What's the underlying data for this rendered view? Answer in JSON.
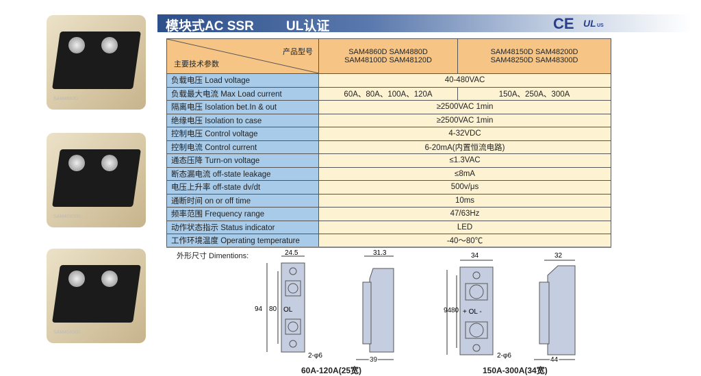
{
  "title": {
    "main": "模块式AC SSR",
    "ul": "UL认证"
  },
  "logos": {
    "ce": "CE",
    "ul": "UL",
    "us": "US"
  },
  "photos": [
    {
      "label": "SAM4860D"
    },
    {
      "label": "SAM40200D"
    },
    {
      "label": "SAM40300D"
    }
  ],
  "table": {
    "header": {
      "product": "产品型号",
      "params": "主要技术参数",
      "group1": [
        "SAM4860D  SAM4880D",
        "SAM48100D  SAM48120D"
      ],
      "group2": [
        "SAM48150D  SAM48200D",
        "SAM48250D  SAM48300D"
      ]
    },
    "rows": [
      {
        "label": "负载电压 Load voltage",
        "value": "40-480VAC"
      },
      {
        "label": "负载最大电流 Max Load current",
        "value1": "60A、80A、100A、120A",
        "value2": "150A、250A、300A"
      },
      {
        "label": "隔离电压 Isolation bet.In & out",
        "value": "≥2500VAC 1min"
      },
      {
        "label": "绝缘电压 Isolation to case",
        "value": "≥2500VAC 1min"
      },
      {
        "label": "控制电压 Control voltage",
        "value": "4-32VDC"
      },
      {
        "label": "控制电流 Control current",
        "value": "6-20mA(内置恒流电路)"
      },
      {
        "label": "通态压降 Turn-on voltage",
        "value": "≤1.3VAC"
      },
      {
        "label": "断态漏电流 off-state leakage",
        "value": "≤8mA"
      },
      {
        "label": "电压上升率 off-state dv/dt",
        "value": "500v/μs"
      },
      {
        "label": "通断时间 on or off time",
        "value": "10ms"
      },
      {
        "label": "频率范围 Frequency range",
        "value": "47/63Hz"
      },
      {
        "label": "动作状态指示 Status indicator",
        "value": "LED"
      },
      {
        "label": "工作环境温度 Operating temperature",
        "value": "-40～80℃"
      }
    ]
  },
  "dimensions": {
    "label": "外形尺寸 Dimentions:",
    "small": {
      "width": "24.5",
      "depth": "31.3",
      "height": "94",
      "pitch": "80",
      "base": "39",
      "hole": "2-φ6",
      "led": "OL",
      "caption": "60A-120A(25宽)"
    },
    "large": {
      "width": "34",
      "depth": "32",
      "height": "94",
      "pitch": "80",
      "base": "44",
      "hole": "2-φ6",
      "led": "+ OL -",
      "caption": "150A-300A(34宽)"
    }
  }
}
